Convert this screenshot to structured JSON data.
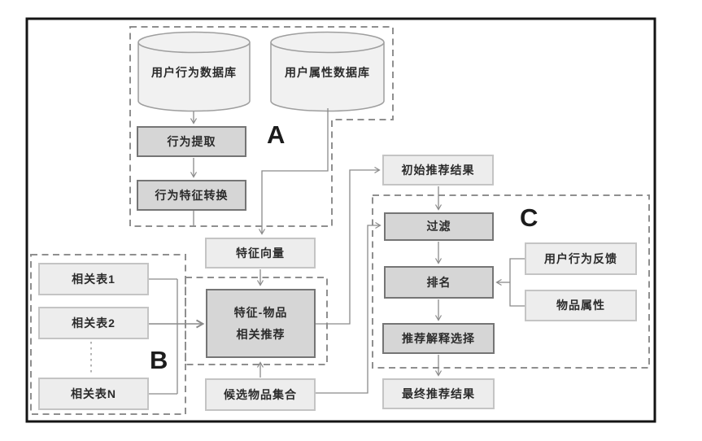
{
  "groups": {
    "a": "A",
    "b": "B",
    "c": "C"
  },
  "nodes": {
    "user_behavior_db": "用户行为数据库",
    "user_attribute_db": "用户属性数据库",
    "behavior_extraction": "行为提取",
    "behavior_feature_transform": "行为特征转换",
    "feature_vector": "特征向量",
    "related_table_1": "相关表1",
    "related_table_2": "相关表2",
    "related_table_n": "相关表N",
    "feature_item_recommend": "特征-物品\n相关推荐",
    "candidate_item_set": "候选物品集合",
    "initial_result": "初始推荐结果",
    "filter": "过滤",
    "ranking": "排名",
    "user_behavior_feedback": "用户行为反馈",
    "item_attributes": "物品属性",
    "explanation_selection": "推荐解释选择",
    "final_result": "最终推荐结果"
  },
  "colors": {
    "process_box_fill": "#d6d6d6",
    "process_box_border": "#757575",
    "data_box_fill": "#ededed",
    "data_box_border": "#c4c4c4",
    "cylinder_fill": "#f1f1f1",
    "cylinder_border": "#9e9e9e",
    "connector": "#8a8a8a",
    "dashed_group": "#8f8f8f",
    "frame": "#141414"
  }
}
